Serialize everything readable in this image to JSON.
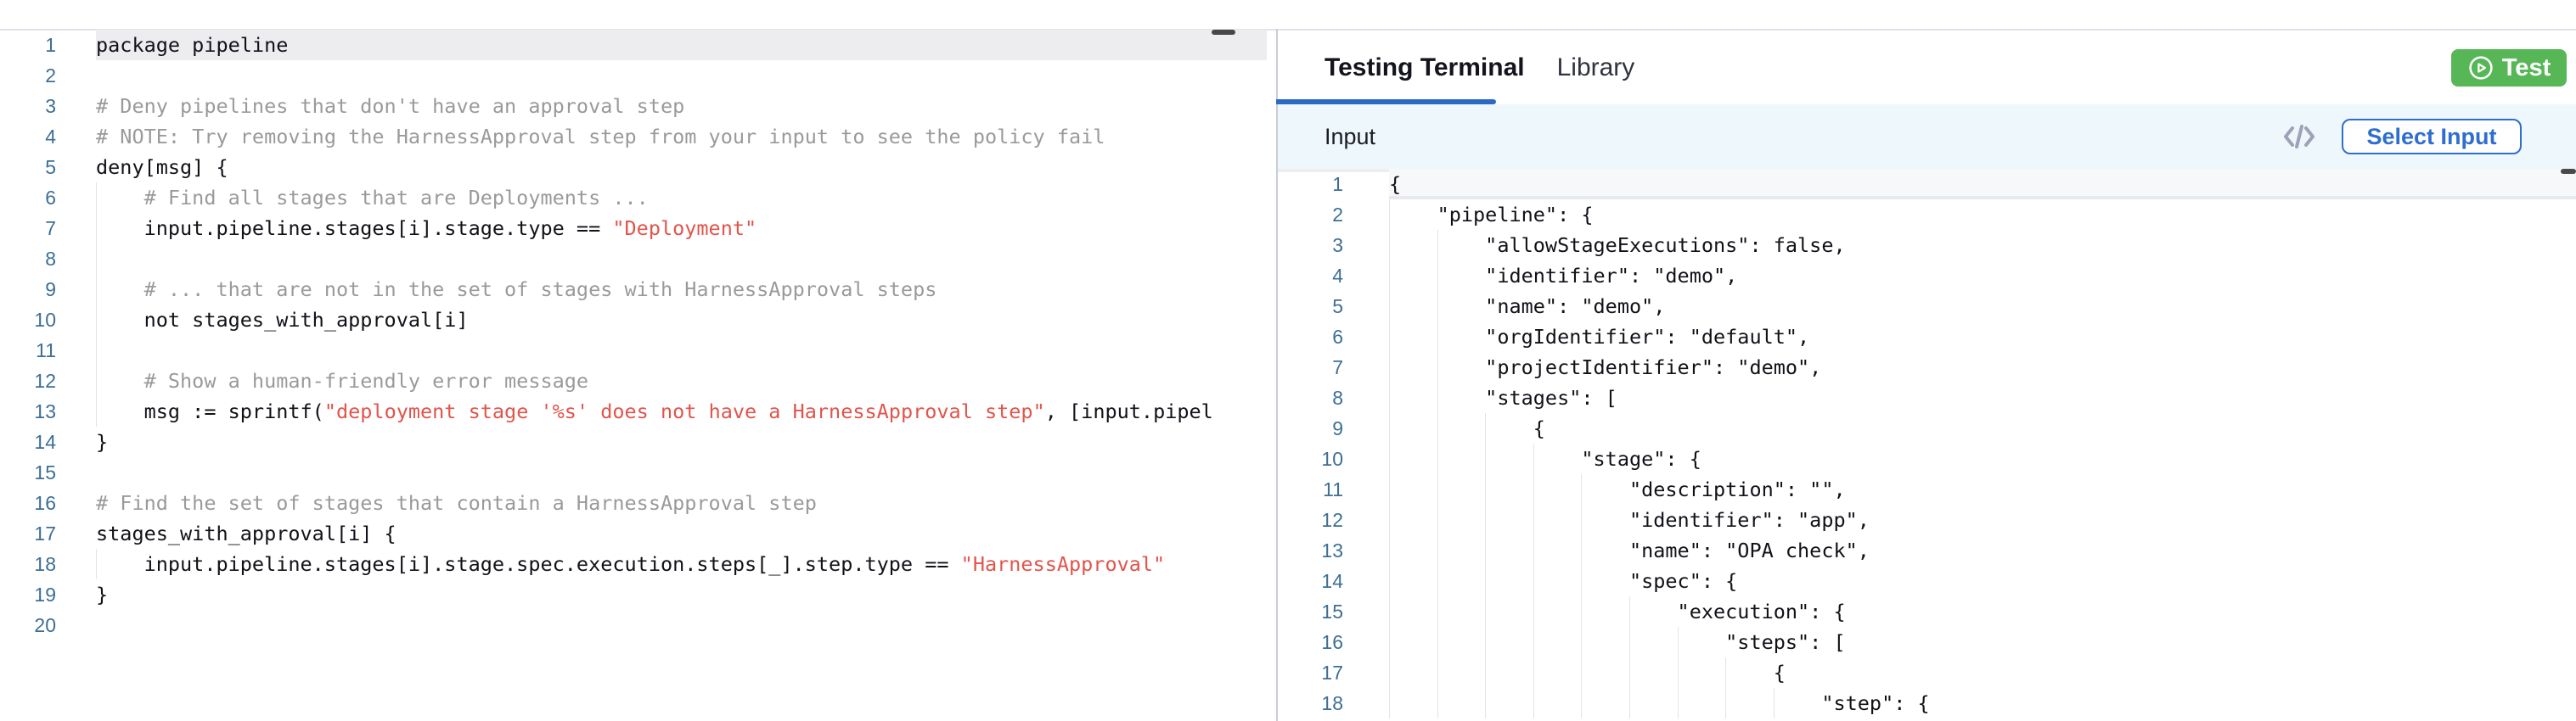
{
  "colors": {
    "accent_blue": "#2a6ac6",
    "button_blue": "#2e6ecf",
    "test_green": "#57b757",
    "string_red": "#e1544b",
    "comment_gray": "#9a9a9a",
    "line_number_blue": "#3d6f94",
    "input_bar_bg": "#eef7fc",
    "active_line_bg": "#ededf0"
  },
  "right_panel": {
    "tabs": [
      {
        "label": "Testing Terminal",
        "active": true
      },
      {
        "label": "Library",
        "active": false
      }
    ],
    "test_button": {
      "label": "Test",
      "icon": "play-circle-icon"
    },
    "input_bar": {
      "title": "Input",
      "icon": "code-angle-brackets-icon",
      "select_button_label": "Select Input"
    }
  },
  "editors": {
    "left": {
      "language": "rego",
      "active_line": 1,
      "lines": [
        {
          "segs": [
            {
              "c": "code",
              "t": "package pipeline"
            }
          ]
        },
        {
          "segs": [
            {
              "c": "code",
              "t": ""
            }
          ]
        },
        {
          "segs": [
            {
              "c": "comment",
              "t": "# Deny pipelines that don't have an approval step"
            }
          ]
        },
        {
          "segs": [
            {
              "c": "comment",
              "t": "# NOTE: Try removing the HarnessApproval step from your input to see the policy fail"
            }
          ]
        },
        {
          "segs": [
            {
              "c": "code",
              "t": "deny[msg] {"
            }
          ]
        },
        {
          "segs": [
            {
              "c": "comment",
              "t": "    # Find all stages that are Deployments ..."
            }
          ]
        },
        {
          "segs": [
            {
              "c": "code",
              "t": "    input.pipeline.stages[i].stage.type == "
            },
            {
              "c": "string",
              "t": "\"Deployment\""
            }
          ]
        },
        {
          "segs": [
            {
              "c": "code",
              "t": ""
            }
          ]
        },
        {
          "segs": [
            {
              "c": "comment",
              "t": "    # ... that are not in the set of stages with HarnessApproval steps"
            }
          ]
        },
        {
          "segs": [
            {
              "c": "code",
              "t": "    not stages_with_approval[i]"
            }
          ]
        },
        {
          "segs": [
            {
              "c": "code",
              "t": ""
            }
          ]
        },
        {
          "segs": [
            {
              "c": "comment",
              "t": "    # Show a human-friendly error message"
            }
          ]
        },
        {
          "segs": [
            {
              "c": "code",
              "t": "    msg := sprintf("
            },
            {
              "c": "string",
              "t": "\"deployment stage '%s' does not have a HarnessApproval step\""
            },
            {
              "c": "code",
              "t": ", [input.pipel"
            }
          ]
        },
        {
          "segs": [
            {
              "c": "code",
              "t": "}"
            }
          ]
        },
        {
          "segs": [
            {
              "c": "code",
              "t": ""
            }
          ]
        },
        {
          "segs": [
            {
              "c": "comment",
              "t": "# Find the set of stages that contain a HarnessApproval step"
            }
          ]
        },
        {
          "segs": [
            {
              "c": "code",
              "t": "stages_with_approval[i] {"
            }
          ]
        },
        {
          "segs": [
            {
              "c": "code",
              "t": "    input.pipeline.stages[i].stage.spec.execution.steps[_].step.type == "
            },
            {
              "c": "string",
              "t": "\"HarnessApproval\""
            }
          ]
        },
        {
          "segs": [
            {
              "c": "code",
              "t": "}"
            }
          ]
        },
        {
          "segs": [
            {
              "c": "code",
              "t": ""
            }
          ]
        }
      ]
    },
    "right": {
      "language": "json",
      "active_line": 1,
      "lines": [
        {
          "segs": [
            {
              "c": "code",
              "t": "{"
            }
          ]
        },
        {
          "segs": [
            {
              "c": "code",
              "t": "    \"pipeline\": {"
            }
          ]
        },
        {
          "segs": [
            {
              "c": "code",
              "t": "        \"allowStageExecutions\": false,"
            }
          ]
        },
        {
          "segs": [
            {
              "c": "code",
              "t": "        \"identifier\": \"demo\","
            }
          ]
        },
        {
          "segs": [
            {
              "c": "code",
              "t": "        \"name\": \"demo\","
            }
          ]
        },
        {
          "segs": [
            {
              "c": "code",
              "t": "        \"orgIdentifier\": \"default\","
            }
          ]
        },
        {
          "segs": [
            {
              "c": "code",
              "t": "        \"projectIdentifier\": \"demo\","
            }
          ]
        },
        {
          "segs": [
            {
              "c": "code",
              "t": "        \"stages\": ["
            }
          ]
        },
        {
          "segs": [
            {
              "c": "code",
              "t": "            {"
            }
          ]
        },
        {
          "segs": [
            {
              "c": "code",
              "t": "                \"stage\": {"
            }
          ]
        },
        {
          "segs": [
            {
              "c": "code",
              "t": "                    \"description\": \"\","
            }
          ]
        },
        {
          "segs": [
            {
              "c": "code",
              "t": "                    \"identifier\": \"app\","
            }
          ]
        },
        {
          "segs": [
            {
              "c": "code",
              "t": "                    \"name\": \"OPA check\","
            }
          ]
        },
        {
          "segs": [
            {
              "c": "code",
              "t": "                    \"spec\": {"
            }
          ]
        },
        {
          "segs": [
            {
              "c": "code",
              "t": "                        \"execution\": {"
            }
          ]
        },
        {
          "segs": [
            {
              "c": "code",
              "t": "                            \"steps\": ["
            }
          ]
        },
        {
          "segs": [
            {
              "c": "code",
              "t": "                                {"
            }
          ]
        },
        {
          "segs": [
            {
              "c": "code",
              "t": "                                    \"step\": {"
            }
          ]
        }
      ]
    }
  }
}
